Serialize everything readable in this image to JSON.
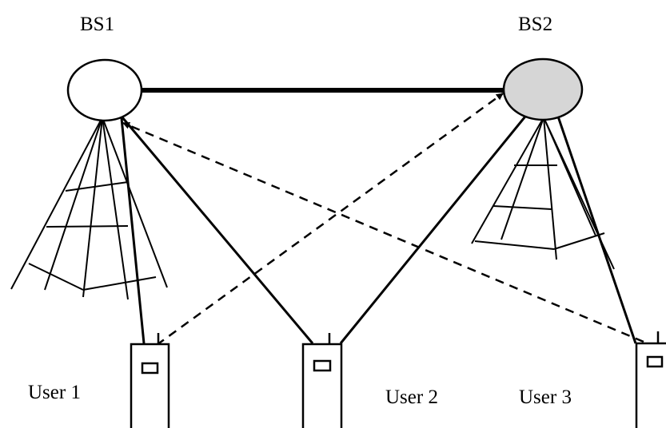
{
  "base_stations": [
    {
      "label": "BS1",
      "fill": "#ffffff"
    },
    {
      "label": "BS2",
      "fill": "#d6d6d6"
    }
  ],
  "users": [
    {
      "label": "User 1"
    },
    {
      "label": "User 2"
    },
    {
      "label": "User 3"
    }
  ],
  "colors": {
    "stroke": "#000000",
    "background": "#ffffff"
  }
}
